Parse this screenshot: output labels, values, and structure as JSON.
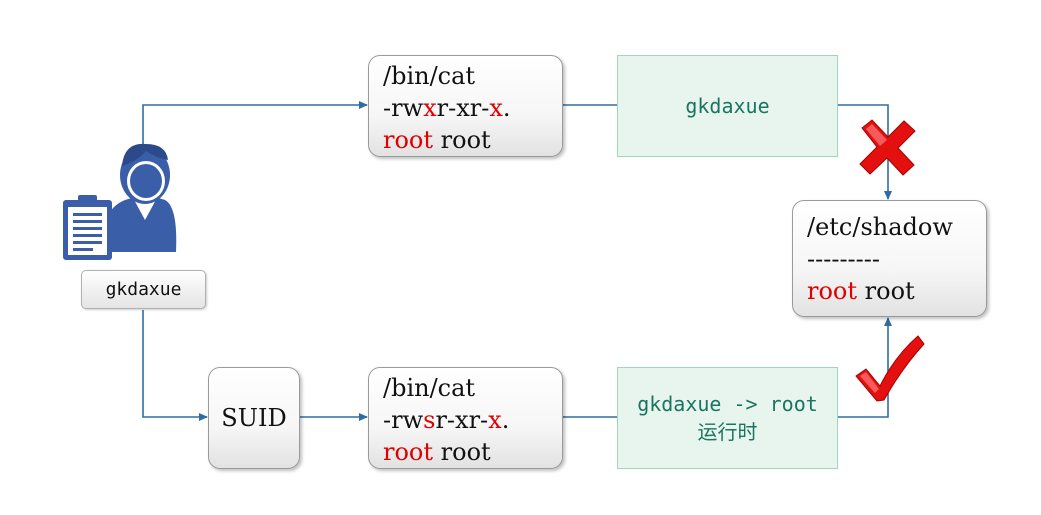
{
  "user": {
    "name": "gkdaxue"
  },
  "top_file": {
    "path": "/bin/cat",
    "perm_pre": "-rw",
    "perm_flag": "x",
    "perm_mid": "r-xr-",
    "perm_last": "x",
    "perm_end": ".",
    "owner": "root",
    "group": "root"
  },
  "top_process": {
    "text": "gkdaxue"
  },
  "shadow_file": {
    "path": "/etc/shadow",
    "divider": "---------",
    "owner": "root",
    "group": "root"
  },
  "suid_box": {
    "label": "SUID"
  },
  "bottom_file": {
    "path": "/bin/cat",
    "perm_pre": "-rw",
    "perm_flag": "s",
    "perm_mid": "r-xr-",
    "perm_last": "x",
    "perm_end": ".",
    "owner": "root",
    "group": "root"
  },
  "bottom_process": {
    "line1": "gkdaxue -> root",
    "line2": "运行时"
  },
  "colors": {
    "line": "#2e6da4",
    "red": "#e00000",
    "process_text": "#1a7560",
    "icon": "#3b5ea8"
  },
  "icons": {
    "user": "user-with-clipboard-icon",
    "deny": "red-x-cross-icon",
    "allow": "red-check-mark-icon"
  }
}
